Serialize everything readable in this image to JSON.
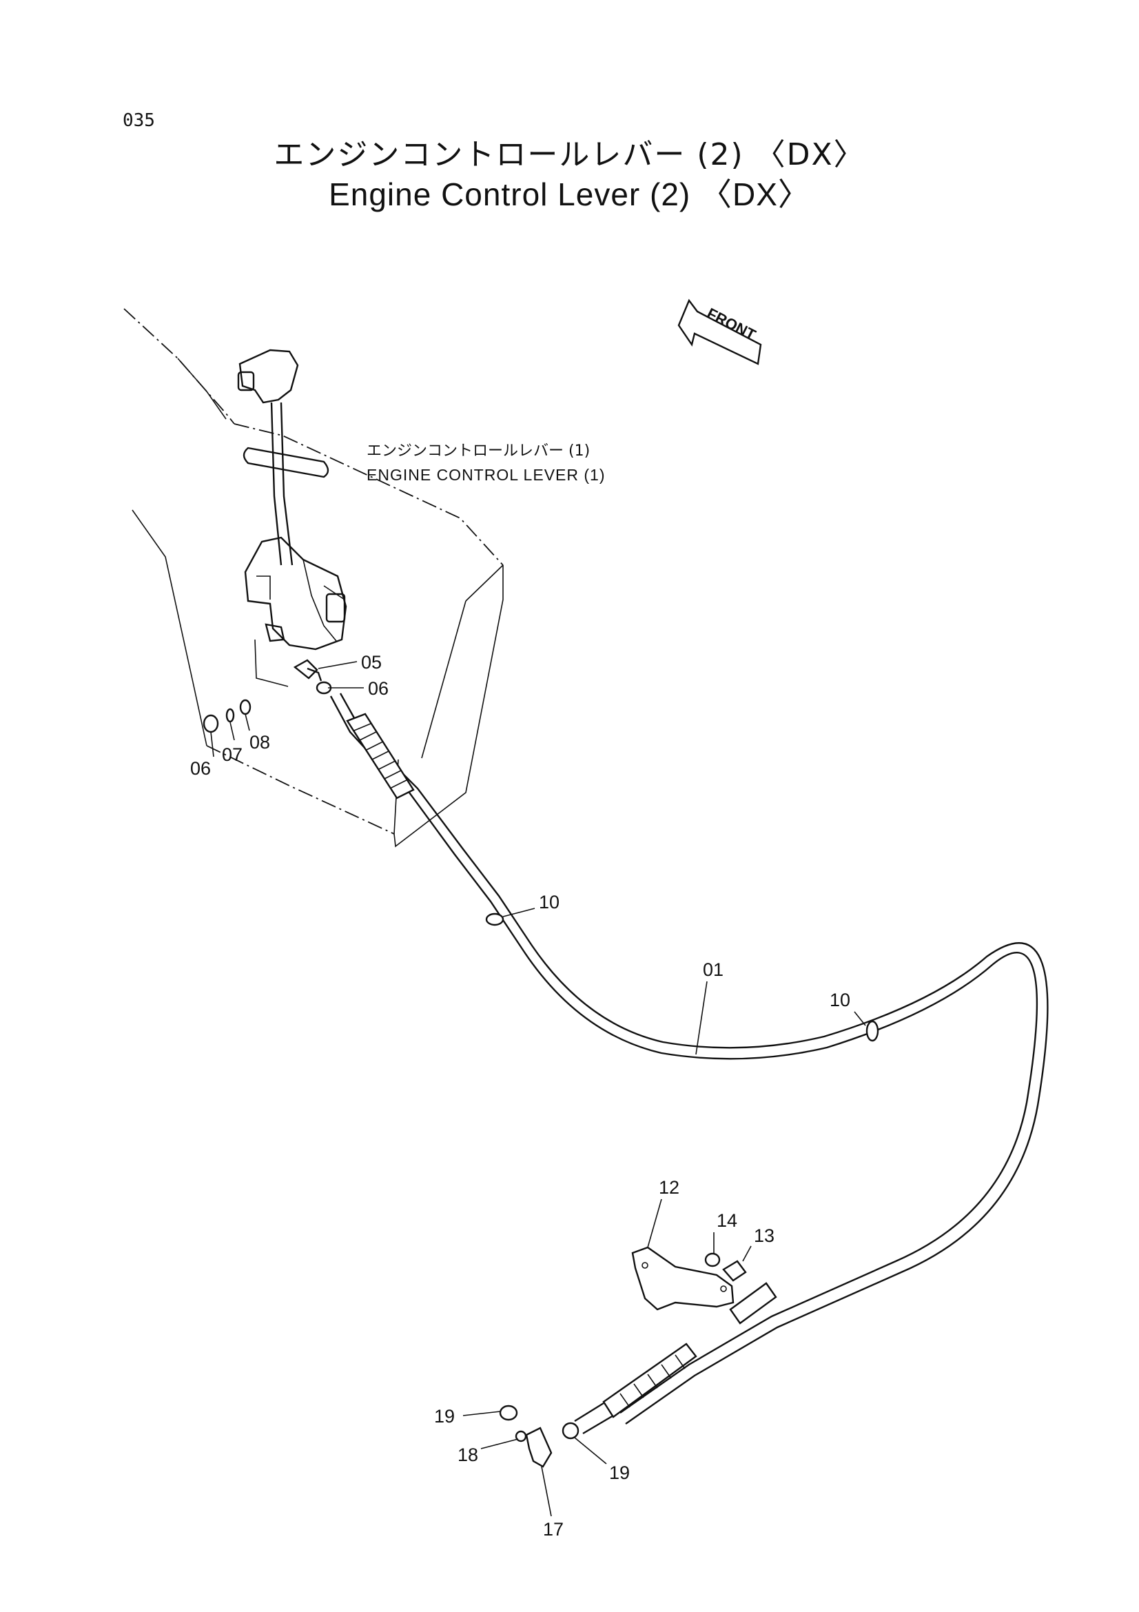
{
  "page_number": "035",
  "title": {
    "ja": "エンジンコントロールレバー (2) 〈DX〉",
    "en": "Engine Control Lever (2) 〈DX〉"
  },
  "front_marker": "FRONT",
  "reference_label": {
    "ja": "エンジンコントロールレバー (1)",
    "en": "ENGINE CONTROL LEVER (1)"
  },
  "callouts": [
    "05",
    "06",
    "06",
    "07",
    "08",
    "10",
    "01",
    "10",
    "12",
    "14",
    "13",
    "19",
    "18",
    "17",
    "19"
  ]
}
